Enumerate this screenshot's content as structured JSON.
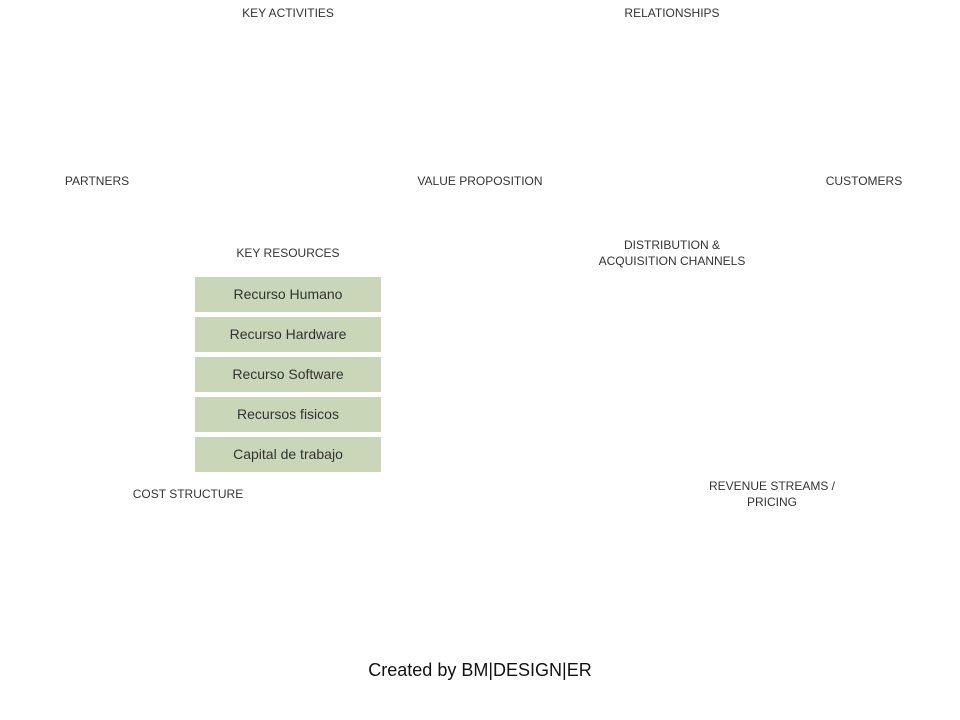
{
  "canvas": {
    "key_activities": "KEY ACTIVITIES",
    "relationships": "RELATIONSHIPS",
    "partners": "PARTNERS",
    "value_proposition": "VALUE PROPOSITION",
    "customers": "CUSTOMERS",
    "key_resources": "KEY RESOURCES",
    "distribution_line1": "DISTRIBUTION  &",
    "distribution_line2": "ACQUISITION  CHANNELS",
    "cost_structure": "COST  STRUCTURE",
    "revenue_line1": "REVENUE STREAMS /",
    "revenue_line2": "PRICING"
  },
  "resources": [
    {
      "label": "Recurso Humano"
    },
    {
      "label": "Recurso Hardware"
    },
    {
      "label": "Recurso Software"
    },
    {
      "label": "Recursos fisicos"
    },
    {
      "label": "Capital de trabajo"
    }
  ],
  "footer": {
    "credit": "Created by BM|DESIGN|ER"
  },
  "colors": {
    "resource_box": "#c9d6b7",
    "text": "#333333"
  }
}
